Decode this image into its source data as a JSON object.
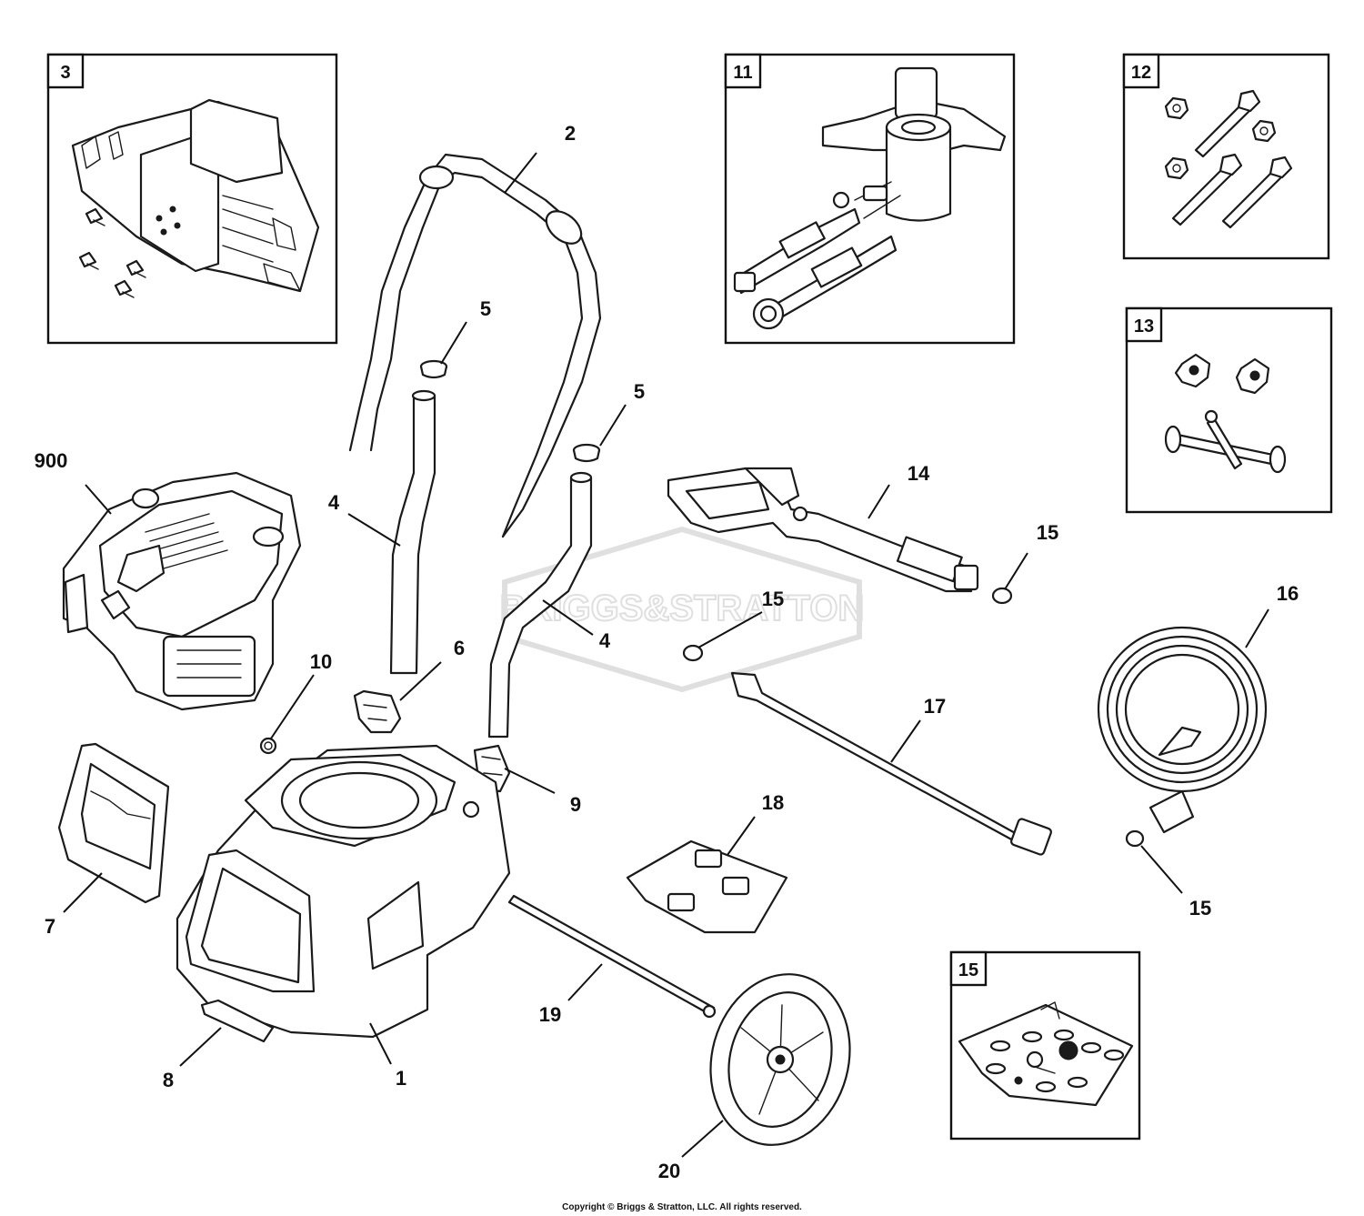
{
  "watermark": "BRIGGS&STRATTON",
  "callouts": {
    "c1": "1",
    "c2": "2",
    "c4a": "4",
    "c4b": "4",
    "c5a": "5",
    "c5b": "5",
    "c6": "6",
    "c7": "7",
    "c8": "8",
    "c9": "9",
    "c10": "10",
    "c14": "14",
    "c15a": "15",
    "c15b": "15",
    "c15c": "15",
    "c16": "16",
    "c17": "17",
    "c18": "18",
    "c19": "19",
    "c20": "20",
    "c900": "900"
  },
  "inset_boxes": {
    "b3": "3",
    "b11": "11",
    "b12": "12",
    "b13": "13",
    "b15": "15"
  },
  "copyright": "Copyright © Briggs & Stratton, LLC. All rights reserved."
}
